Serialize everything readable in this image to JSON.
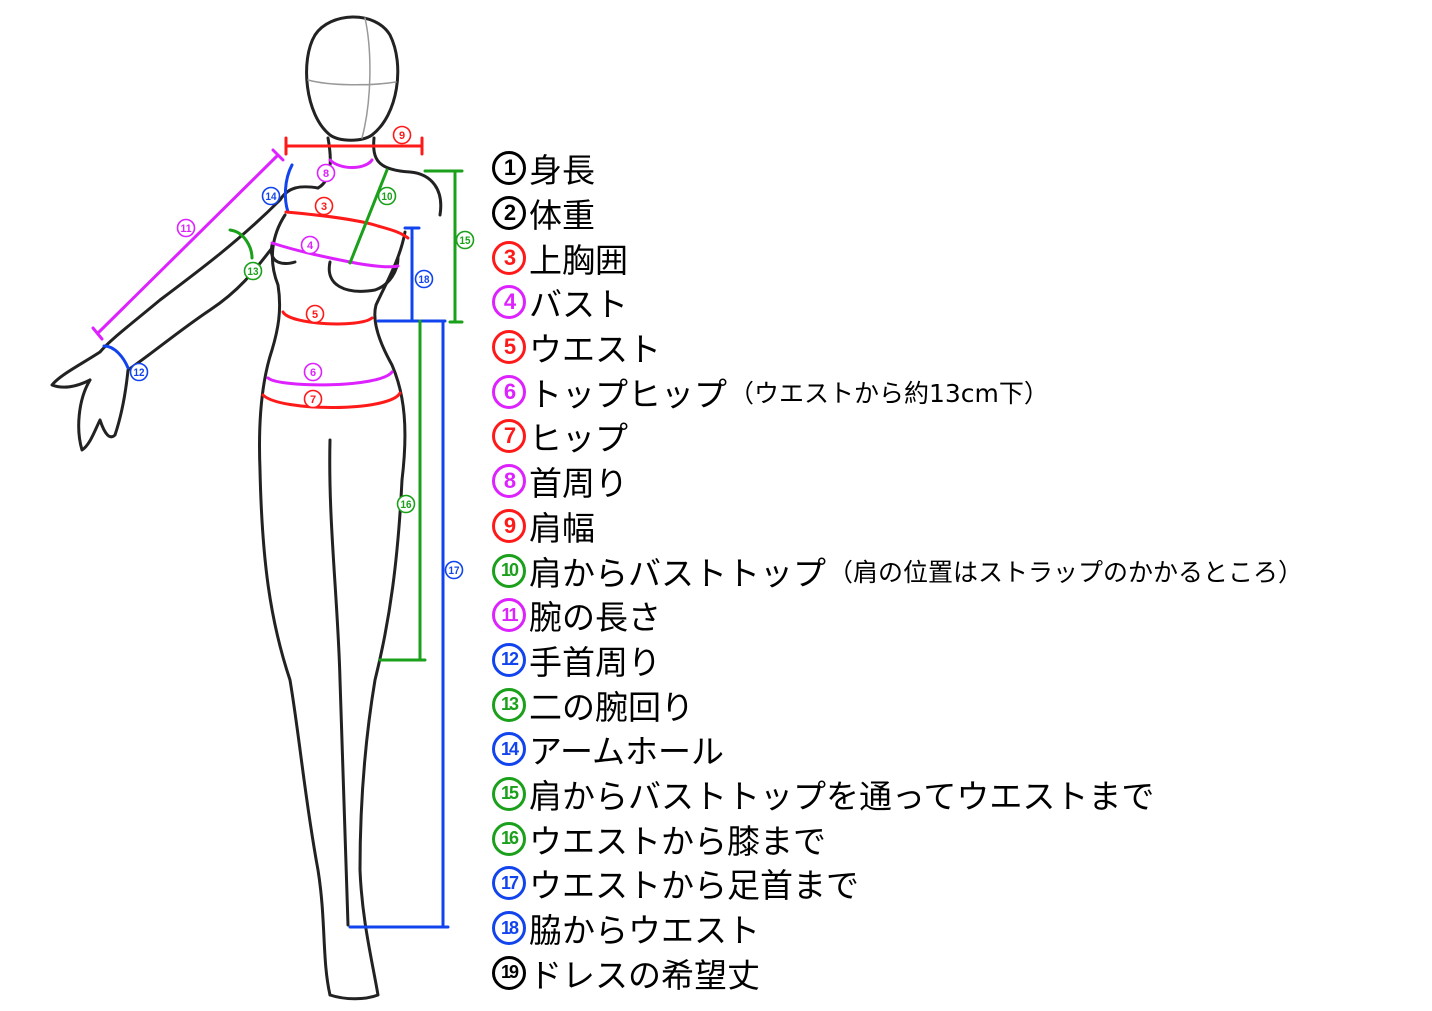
{
  "colors": {
    "black": "#000000",
    "red": "#ff1a1a",
    "magenta": "#dd22ff",
    "green": "#1aa01a",
    "blue": "#1144ee"
  },
  "items": [
    {
      "num": "1",
      "text": "身長",
      "note": "",
      "color": "#000000"
    },
    {
      "num": "2",
      "text": "体重",
      "note": "",
      "color": "#000000"
    },
    {
      "num": "3",
      "text": "上胸囲",
      "note": "",
      "color": "#ff1a1a"
    },
    {
      "num": "4",
      "text": "バスト",
      "note": "",
      "color": "#dd22ff"
    },
    {
      "num": "5",
      "text": "ウエスト",
      "note": "",
      "color": "#ff1a1a"
    },
    {
      "num": "6",
      "text": "トップヒップ",
      "note": "（ウエストから約13cm下）",
      "color": "#dd22ff"
    },
    {
      "num": "7",
      "text": "ヒップ",
      "note": "",
      "color": "#ff1a1a"
    },
    {
      "num": "8",
      "text": "首周り",
      "note": "",
      "color": "#dd22ff"
    },
    {
      "num": "9",
      "text": "肩幅",
      "note": "",
      "color": "#ff1a1a"
    },
    {
      "num": "10",
      "text": "肩からバストトップ",
      "note": "（肩の位置はストラップのかかるところ）",
      "color": "#1aa01a"
    },
    {
      "num": "11",
      "text": "腕の長さ",
      "note": "",
      "color": "#dd22ff"
    },
    {
      "num": "12",
      "text": "手首周り",
      "note": "",
      "color": "#1144ee"
    },
    {
      "num": "13",
      "text": "二の腕回り",
      "note": "",
      "color": "#1aa01a"
    },
    {
      "num": "14",
      "text": "アームホール",
      "note": "",
      "color": "#1144ee"
    },
    {
      "num": "15",
      "text": "肩からバストトップを通ってウエストまで",
      "note": "",
      "color": "#1aa01a"
    },
    {
      "num": "16",
      "text": "ウエストから膝まで",
      "note": "",
      "color": "#1aa01a"
    },
    {
      "num": "17",
      "text": "ウエストから足首まで",
      "note": "",
      "color": "#1144ee"
    },
    {
      "num": "18",
      "text": "脇からウエスト",
      "note": "",
      "color": "#1144ee"
    },
    {
      "num": "19",
      "text": "ドレスの希望丈",
      "note": "",
      "color": "#000000"
    }
  ],
  "figure_labels": [
    "9",
    "8",
    "3",
    "10",
    "14",
    "11",
    "4",
    "15",
    "13",
    "18",
    "5",
    "12",
    "6",
    "7",
    "16",
    "17"
  ]
}
